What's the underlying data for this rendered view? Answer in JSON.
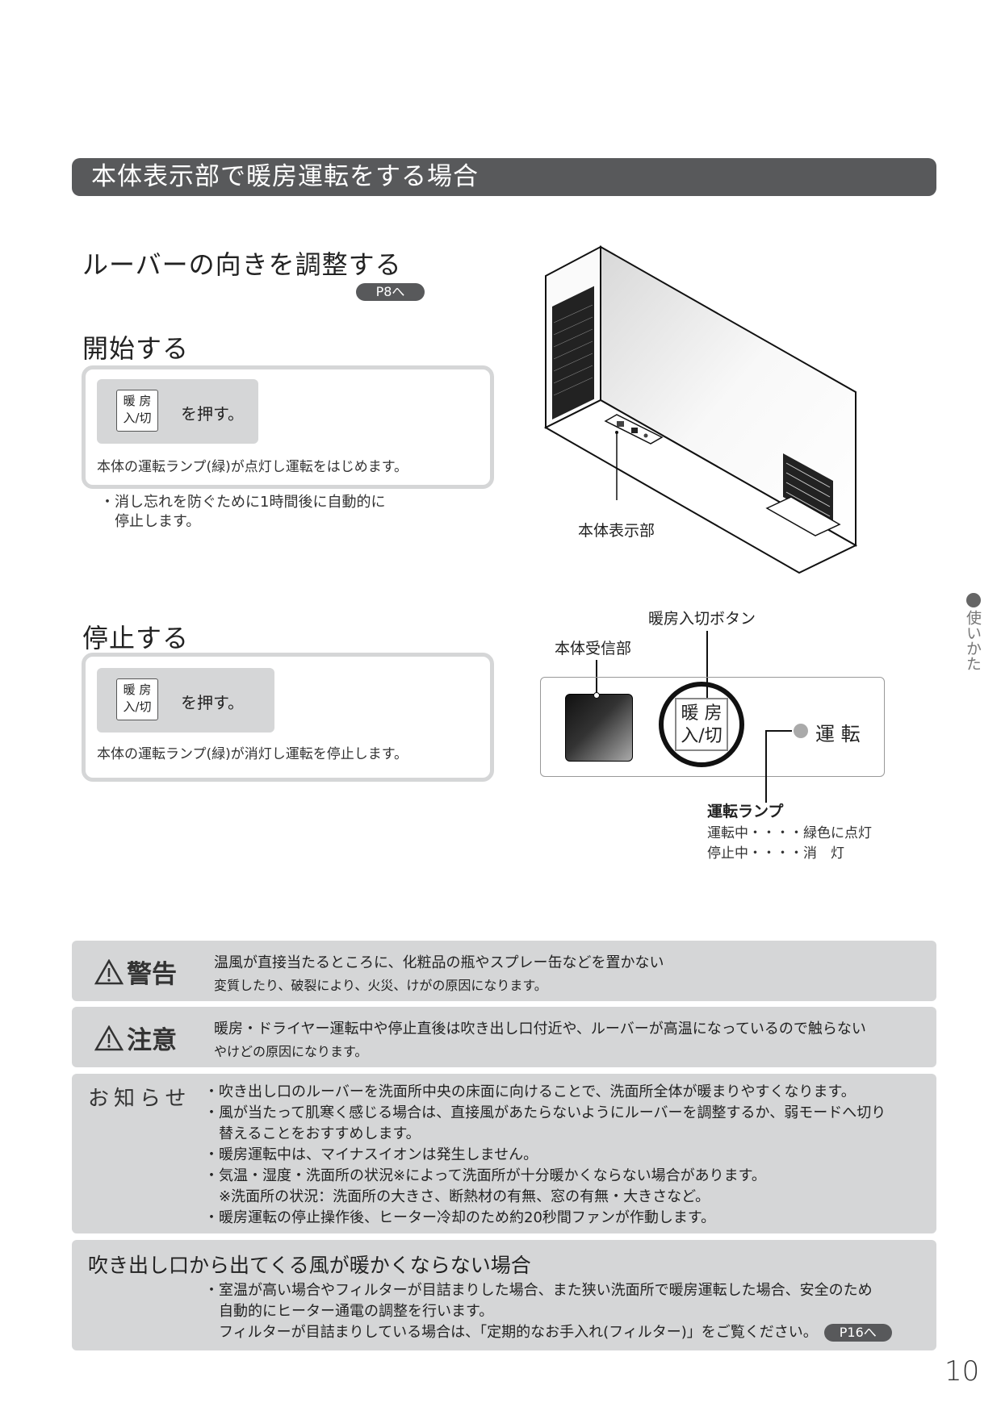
{
  "header": {
    "title": "本体表示部で暖房運転をする場合"
  },
  "louver": {
    "heading": "ルーバーの向きを調整する",
    "ref": "P8へ"
  },
  "start": {
    "heading": "開始する",
    "key_line1": "暖 房",
    "key_line2": "入/切",
    "press": "を押す。",
    "desc": "本体の運転ランプ(緑)が点灯し運転をはじめます。",
    "note_line1": "・消し忘れを防ぐために1時間後に自動的に",
    "note_line2": "停止します。"
  },
  "stop": {
    "heading": "停止する",
    "key_line1": "暖 房",
    "key_line2": "入/切",
    "press": "を押す。",
    "desc": "本体の運転ランプ(緑)が消灯し運転を停止します。"
  },
  "unit_illustration": {
    "label": "本体表示部"
  },
  "panel": {
    "receiver_label": "本体受信部",
    "button_label": "暖房入切ボタン",
    "button_line1": "暖 房",
    "button_line2": "入/切",
    "lamp_text": "運 転",
    "lamp_title": "運転ランプ",
    "lamp_on": "運転中・・・・緑色に点灯",
    "lamp_off": "停止中・・・・消　灯"
  },
  "side_tab": {
    "text": "使いかた"
  },
  "warning": {
    "title": "警告",
    "line1": "温風が直接当たるところに、化粧品の瓶やスプレー缶などを置かない",
    "line2": "変質したり、破裂により、火災、けがの原因になります。"
  },
  "caution": {
    "title": "注意",
    "line1": "暖房・ドライヤー運転中や停止直後は吹き出し口付近や、ルーバーが高温になっているので触らない",
    "line2": "やけどの原因になります。"
  },
  "notice": {
    "title": "お知らせ",
    "items": [
      "・吹き出し口のルーバーを洗面所中央の床面に向けることで、洗面所全体が暖まりやすくなります。",
      "・風が当たって肌寒く感じる場合は、直接風があたらないようにルーバーを調整するか、弱モードへ切り",
      "　替えることをおすすめします。",
      "・暖房運転中は、マイナスイオンは発生しません。",
      "・気温・湿度・洗面所の状況※によって洗面所が十分暖かくならない場合があります。",
      "　※洗面所の状況：洗面所の大きさ、断熱材の有無、窓の有無・大きさなど。",
      "・暖房運転の停止操作後、ヒーター冷却のため約20秒間ファンが作動します。"
    ]
  },
  "warm": {
    "title": "吹き出し口から出てくる風が暖かくならない場合",
    "line1": "・室温が高い場合やフィルターが目詰まりした場合、また狭い洗面所で暖房運転した場合、安全のため",
    "line2": "　自動的にヒーター通電の調整を行います。",
    "line3": "　フィルターが目詰まりしている場合は、「定期的なお手入れ(フィルター)」をご覧ください。",
    "ref": "P16へ"
  },
  "page_number": "10"
}
